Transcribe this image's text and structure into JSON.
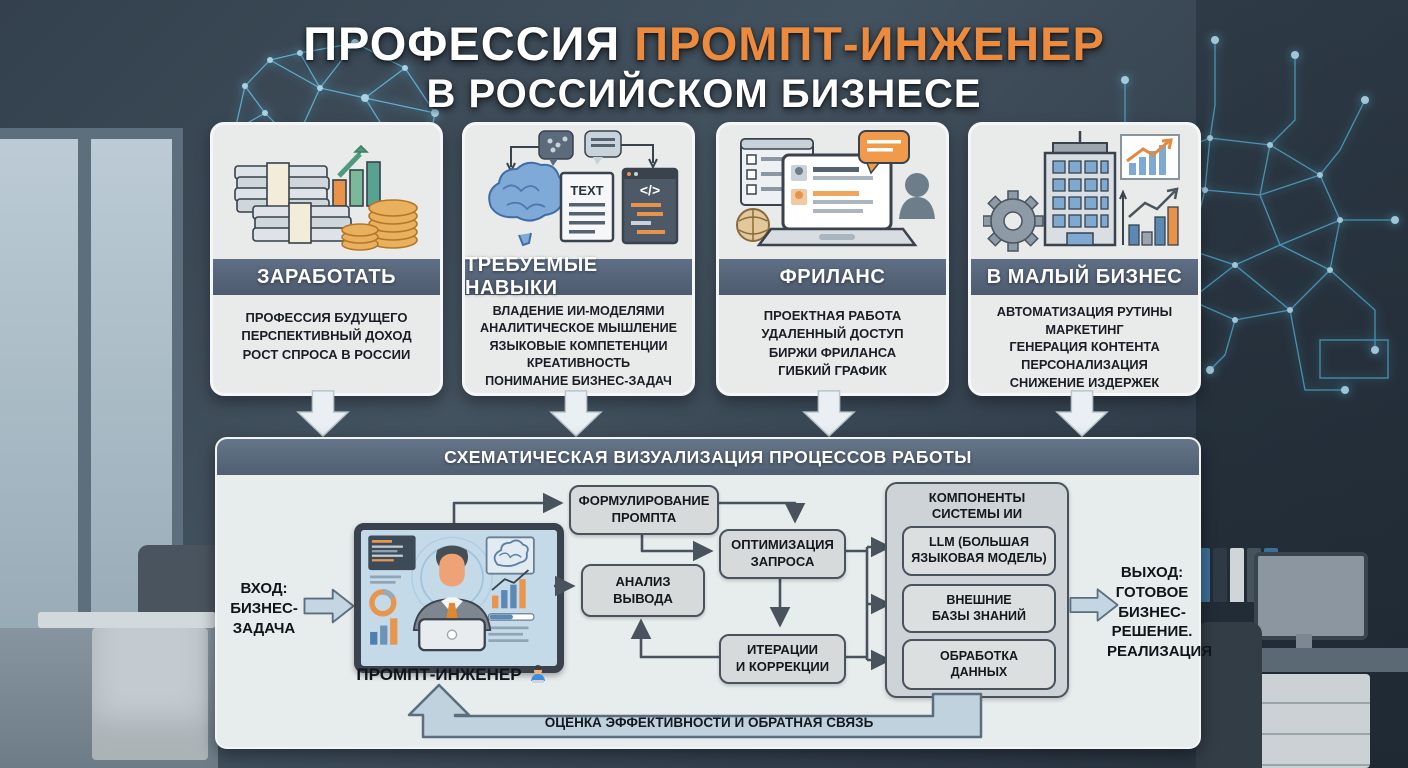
{
  "title": {
    "word_white": "ПРОФЕССИЯ",
    "word_orange": "ПРОМПТ-ИНЖЕНЕР",
    "line2": "В РОССИЙСКОМ БИЗНЕСЕ"
  },
  "cards": [
    {
      "header": "ЗАРАБОТАТЬ",
      "icon": "money-stacks-coins-growth-chart-icon",
      "lines": [
        "ПРОФЕССИЯ БУДУЩЕГО",
        "ПЕРСПЕКТИВНЫЙ ДОХОД",
        "РОСТ СПРОСА В РОССИИ"
      ]
    },
    {
      "header": "ТРЕБУЕМЫЕ НАВЫКИ",
      "icon": "brain-text-document-code-window-icon",
      "icon_text_doc": "TEXT",
      "icon_text_code": "</>",
      "lines": [
        "ВЛАДЕНИЕ ИИ-МОДЕЛЯМИ",
        "АНАЛИТИЧЕСКОЕ МЫШЛЕНИЕ",
        "ЯЗЫКОВЫЕ КОМПЕТЕНЦИИ",
        "КРЕАТИВНОСТЬ",
        "ПОНИМАНИЕ БИЗНЕС-ЗАДАЧ"
      ]
    },
    {
      "header": "ФРИЛАНС",
      "icon": "laptop-profiles-chat-person-icon",
      "lines": [
        "ПРОЕКТНАЯ РАБОТА",
        "УДАЛЕННЫЙ ДОСТУП",
        "БИРЖИ ФРИЛАНСА",
        "ГИБКИЙ ГРАФИК"
      ]
    },
    {
      "header": "В МАЛЫЙ БИЗНЕС",
      "icon": "gear-building-bar-charts-icon",
      "lines": [
        "АВТОМАТИЗАЦИЯ РУТИНЫ",
        "МАРКЕТИНГ",
        "ГЕНЕРАЦИЯ КОНТЕНТА",
        "ПЕРСОНАЛИЗАЦИЯ",
        "СНИЖЕНИЕ ИЗДЕРЖЕК"
      ]
    }
  ],
  "flow": {
    "header": "СХЕМАТИЧЕСКАЯ ВИЗУАЛИЗАЦИЯ ПРОЦЕССОВ РАБОТЫ",
    "input": "ВХОД:\nБИЗНЕС-\nЗАДАЧА",
    "engineer_label": "ПРОМПТ-ИНЖЕНЕР",
    "engineer_emoji": "technologist-emoji-icon",
    "boxes": {
      "formulate": "ФОРМУЛИРОВАНИЕ\nПРОМПТА",
      "analyze": "АНАЛИЗ\nВЫВОДА",
      "optimize": "ОПТИМИЗАЦИЯ\nЗАПРОСА",
      "iterate": "ИТЕРАЦИИ\nИ КОРРЕКЦИИ"
    },
    "components": {
      "title": "КОМПОНЕНТЫ\nСИСТЕМЫ ИИ",
      "items": [
        "LLM (БОЛЬШАЯ\nЯЗЫКОВАЯ МОДЕЛЬ)",
        "ВНЕШНИЕ\nБАЗЫ ЗНАНИЙ",
        "ОБРАБОТКА\nДАННЫХ"
      ]
    },
    "output": "ВЫХОД:\nГОТОВОЕ\nБИЗНЕС-\nРЕШЕНИЕ.\nРЕАЛИЗАЦИЯ",
    "feedback": "ОЦЕНКА ЭФФЕКТИВНОСТИ И ОБРАТНАЯ СВЯЗЬ"
  },
  "colors": {
    "accent_orange": "#ec8b3e",
    "slate_header": "#56647a",
    "panel_bg": "#e7eced",
    "box_fill": "#d7dadb",
    "box_border": "#49535d",
    "block_arrow_fill": "#c3d6e1",
    "network_glow_blue": "#5fc6ec"
  }
}
